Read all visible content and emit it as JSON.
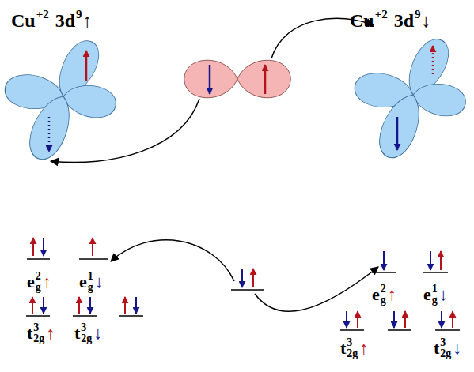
{
  "diagram": {
    "labels": [
      "Cu",
      "+2",
      "3d",
      "9",
      "↑",
      "Cu",
      "+2",
      "3d",
      "9",
      "↓",
      "e",
      "2",
      "g",
      "↑",
      "e",
      "1",
      "g",
      "↓",
      "e",
      "2",
      "g",
      "↑",
      "e",
      "1",
      "g",
      "↓",
      "t",
      "3",
      "2g",
      "↑",
      "t",
      "3",
      "2g",
      "↓",
      "t",
      "3",
      "2g",
      "↑",
      "t",
      "3",
      "2g",
      "↓"
    ]
  }
}
